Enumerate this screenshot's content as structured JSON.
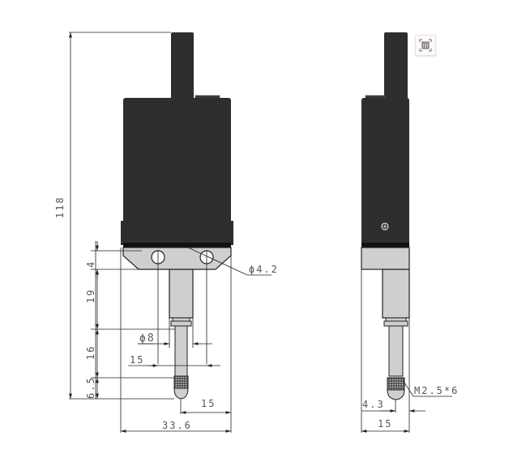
{
  "drawing": {
    "front_view": {
      "dimensions": {
        "overall_height": "118",
        "mount_offset": "4",
        "body_to_collar": "19",
        "collar_to_tip": "16",
        "tip_length": "6.5",
        "hole_diameter": "ϕ4.2",
        "spindle_diameter": "ϕ8",
        "hole_spacing": "15",
        "tip_offset": "15",
        "overall_width": "33.6"
      }
    },
    "side_view": {
      "dimensions": {
        "tip_thread": "M2.5*6",
        "tip_offset": "4.3",
        "width": "15"
      }
    },
    "colors": {
      "body": "#2e2e2e",
      "flange": "#cfcfcf",
      "dimension_line": "#555555"
    }
  },
  "toolbar": {
    "fit_view_icon": "fit-to-screen-icon"
  }
}
